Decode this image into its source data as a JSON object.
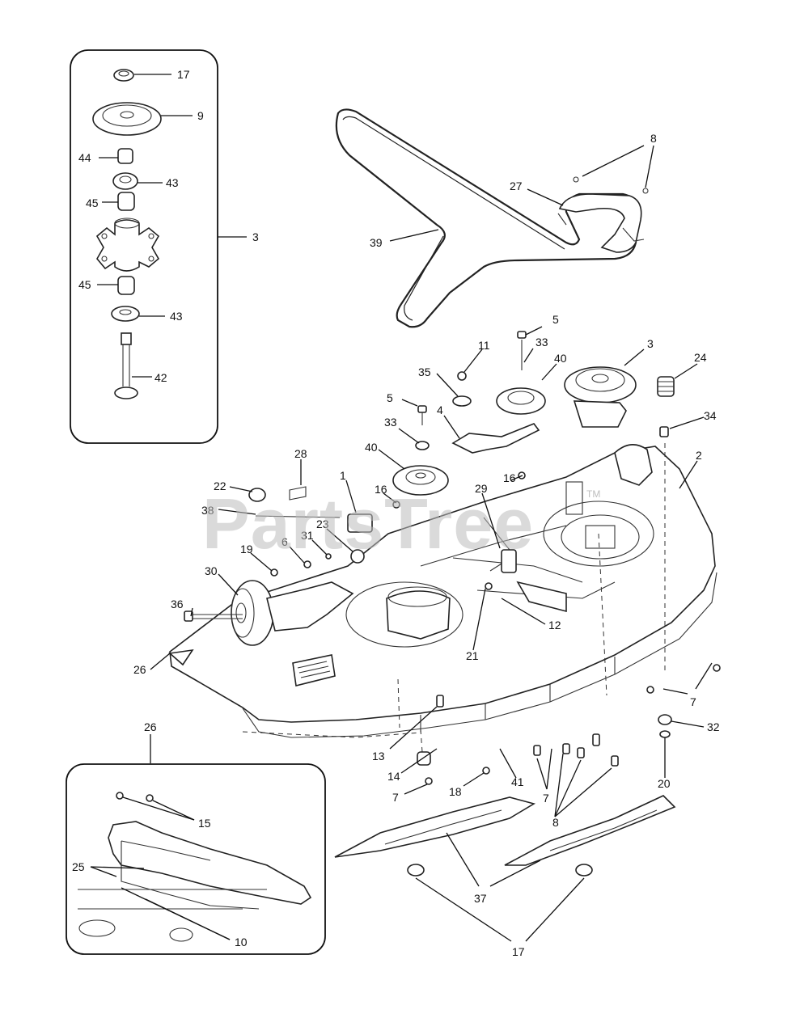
{
  "watermark": {
    "text": "PartsTree",
    "trademark": "TM"
  },
  "callouts": {
    "c17a": "17",
    "c9": "9",
    "c44": "44",
    "c43a": "43",
    "c45a": "45",
    "c3a": "3",
    "c45b": "45",
    "c43b": "43",
    "c42": "42",
    "c8a": "8",
    "c27": "27",
    "c39": "39",
    "c5a": "5",
    "c11": "11",
    "c33a": "33",
    "c40a": "40",
    "c3b": "3",
    "c24": "24",
    "c35": "35",
    "c5b": "5",
    "c4": "4",
    "c34": "34",
    "c33b": "33",
    "c40b": "40",
    "c16a": "16",
    "c2": "2",
    "c28": "28",
    "c22": "22",
    "c1": "1",
    "c16b": "16",
    "c29": "29",
    "c38": "38",
    "c23": "23",
    "c31": "31",
    "c19": "19",
    "c6": "6",
    "c30": "30",
    "c12": "12",
    "c36": "36",
    "c21": "21",
    "c26a": "26",
    "c7a": "7",
    "c32": "32",
    "c13": "13",
    "c14": "14",
    "c41": "41",
    "c20": "20",
    "c7b": "7",
    "c18": "18",
    "c7c": "7",
    "c8b": "8",
    "c26b": "26",
    "c15": "15",
    "c25": "25",
    "c37": "37",
    "c10": "10",
    "c17b": "17"
  }
}
